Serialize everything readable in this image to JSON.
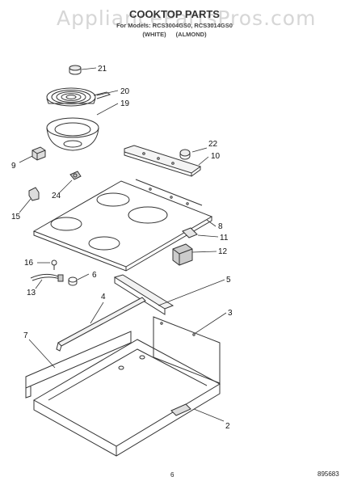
{
  "watermark": "AppliancePartsPros.com",
  "title": "COOKTOP PARTS",
  "subtitle_line1": "For Models: RCS3004GS0, RCS3014GS0",
  "subtitle_line2_a": "(WHITE)",
  "subtitle_line2_b": "(ALMOND)",
  "callouts": [
    "21",
    "20",
    "19",
    "22",
    "10",
    "9",
    "24",
    "15",
    "8",
    "11",
    "12",
    "16",
    "6",
    "13",
    "5",
    "4",
    "3",
    "7",
    "2"
  ],
  "page_number": "6",
  "document_number": "895683"
}
